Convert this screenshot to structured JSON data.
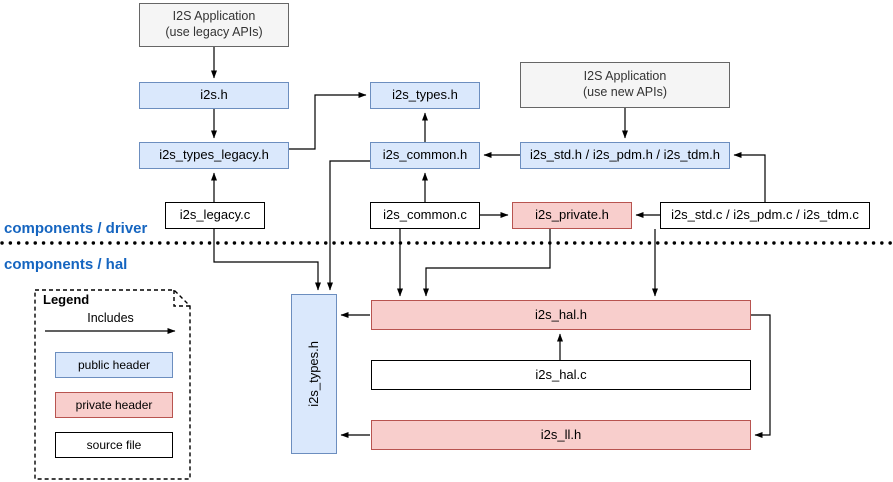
{
  "diagram": {
    "section_labels": {
      "driver": "components / driver",
      "hal": "components / hal"
    },
    "nodes": {
      "app_legacy": {
        "line1": "I2S Application",
        "line2": "(use legacy APIs)"
      },
      "app_new": {
        "line1": "I2S Application",
        "line2": "(use new APIs)"
      },
      "i2s_h": {
        "label": "i2s.h"
      },
      "i2s_types_h": {
        "label": "i2s_types.h"
      },
      "i2s_types_legacy_h": {
        "label": "i2s_types_legacy.h"
      },
      "i2s_common_h": {
        "label": "i2s_common.h"
      },
      "i2s_std_pdm_tdm_h": {
        "label": "i2s_std.h / i2s_pdm.h / i2s_tdm.h"
      },
      "i2s_legacy_c": {
        "label": "i2s_legacy.c"
      },
      "i2s_common_c": {
        "label": "i2s_common.c"
      },
      "i2s_private_h": {
        "label": "i2s_private.h"
      },
      "i2s_std_pdm_tdm_c": {
        "label": "i2s_std.c / i2s_pdm.c / i2s_tdm.c"
      },
      "hal_i2s_types_h": {
        "label": "i2s_types.h"
      },
      "i2s_hal_h": {
        "label": "i2s_hal.h"
      },
      "i2s_hal_c": {
        "label": "i2s_hal.c"
      },
      "i2s_ll_h": {
        "label": "i2s_ll.h"
      }
    },
    "legend": {
      "title": "Legend",
      "includes_label": "Includes",
      "items": {
        "public_header": "public header",
        "private_header": "private header",
        "source_file": "source file"
      }
    },
    "colors": {
      "public_header_fill": "#dae8fc",
      "public_header_stroke": "#6c8ebf",
      "private_header_fill": "#f8cecc",
      "private_header_stroke": "#b85450",
      "application_fill": "#f5f5f5",
      "application_stroke": "#666666",
      "source_fill": "#ffffff",
      "source_stroke": "#000000",
      "section_label_color": "#1565c0",
      "edge_color": "#000000"
    }
  }
}
